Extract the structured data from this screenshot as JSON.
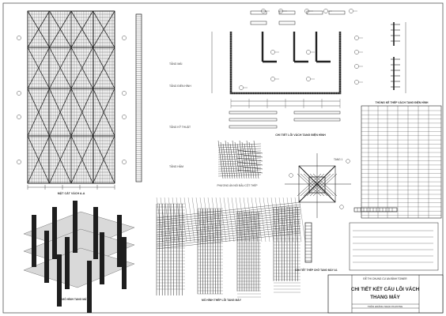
{
  "sheet": {
    "elevation_title": "MẶT CẮT VÁCH A-A",
    "wall_plan_title": "CHI TIẾT LÕI VÁCH TANG ĐIỆN HÌNH",
    "cage_detail_label": "PHƯƠNG ÁN NỐI ĐẦU CỘT THÉP",
    "beam_detail_label": "TANG 1",
    "section_detail_title": "CHI TIẾT THÉP CHỜ TANG MÁY A1",
    "model_3d_title": "MÔ HÌNH TANG MÁY",
    "rebar_3d_title": "MÔ HÌNH THÉP LÕI TANG MÁY",
    "schedule_title": "THỐNG KÊ THÉP VÁCH TANG ĐIỆN HÌNH",
    "elevation_levels": [
      "TẦNG MÁI",
      "TẦNG ĐIỂN HÌNH",
      "TẦNG KỸ THUẬT",
      "TẦNG HẦM"
    ]
  },
  "title_block": {
    "project_label": "ĐỀ THI CHUNG CƯ AN BÌNH TOWER",
    "drawing_title_1": "CHI TIẾT KẾT CẤU LÕI VÁCH",
    "drawing_title_2": "THANG MÁY",
    "designer": "TRẦN HOÀNG NGỌC PHƯƠNG"
  },
  "colors": {
    "ink": "#222222",
    "rebar": "#333333",
    "slab": "#d9d9d9",
    "column": "#1e1e1e",
    "border": "#555555"
  }
}
